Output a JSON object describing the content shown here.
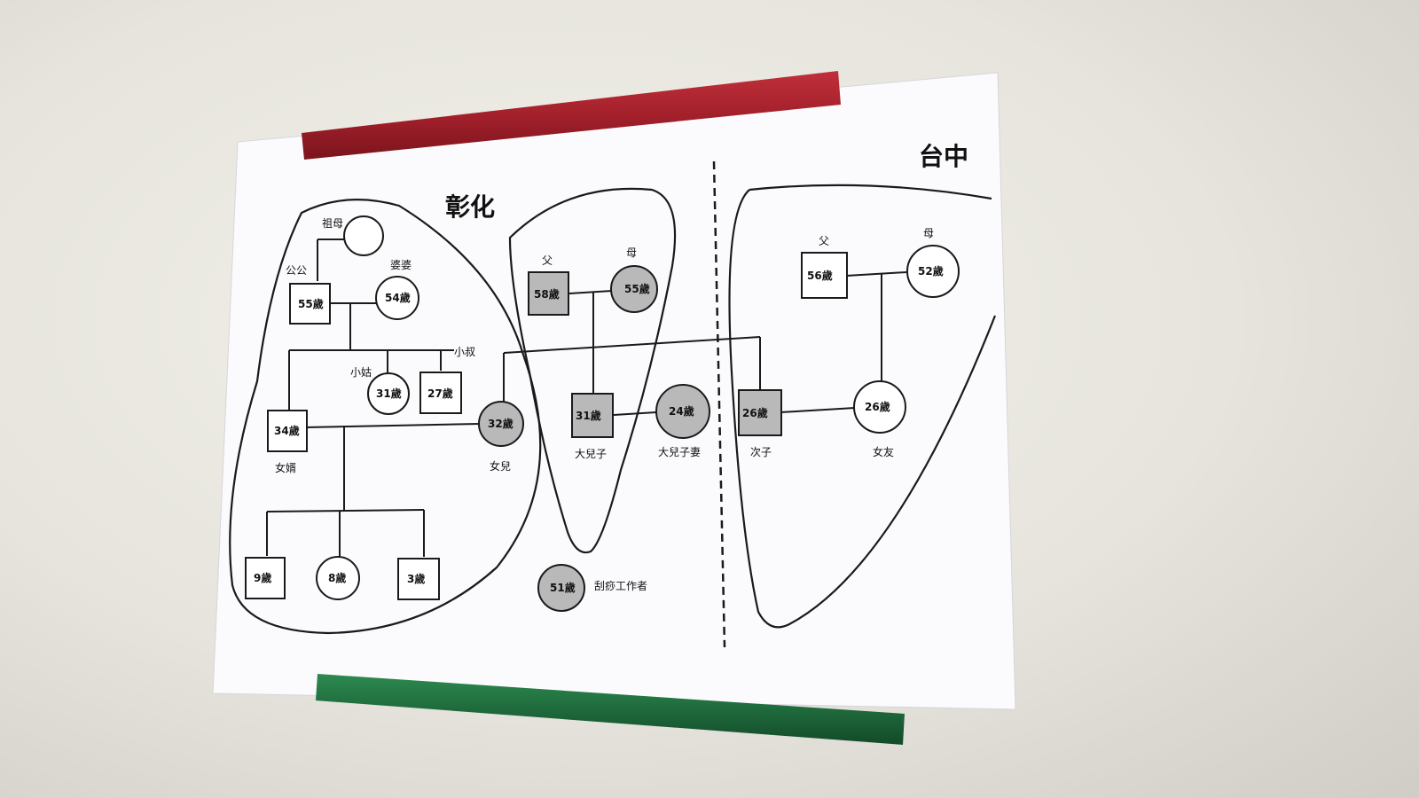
{
  "regions": {
    "left": "彰化",
    "right": "台中"
  },
  "people": {
    "grandmother": {
      "label": "祖母"
    },
    "grandfather_in_law": {
      "label": "公公"
    },
    "grandmother_in_law": {
      "label": "婆婆"
    },
    "gonggong": {
      "age": "55歲"
    },
    "popo": {
      "age": "54歲"
    },
    "aunt": {
      "label": "小姑",
      "age": "31歲"
    },
    "uncle": {
      "label": "小叔",
      "age": "27歲"
    },
    "son_in_law": {
      "label": "女婿",
      "age": "34歲"
    },
    "daughter": {
      "label": "女兒",
      "age": "32歲"
    },
    "child1": {
      "age": "9歲"
    },
    "child2": {
      "age": "8歲"
    },
    "child3": {
      "age": "3歲"
    },
    "father_left": {
      "label": "父",
      "age": "58歲"
    },
    "mother_left": {
      "label": "母",
      "age": "55歲"
    },
    "eldest_son": {
      "label": "大兒子",
      "age": "31歲"
    },
    "eldest_son_wife": {
      "label": "大兒子妻",
      "age": "24歲"
    },
    "second_son": {
      "label": "次子",
      "age": "26歲"
    },
    "girlfriend": {
      "label": "女友",
      "age": "26歲"
    },
    "father_right": {
      "label": "父",
      "age": "56歲"
    },
    "mother_right": {
      "label": "母",
      "age": "52歲"
    },
    "worker": {
      "label": "刮痧工作者",
      "age": "51歲"
    }
  },
  "colors": {
    "paper": "#fbfbfd",
    "shade": "#b9b9b9",
    "red_magnet": "#a3202b",
    "green_magnet": "#1f6a3c"
  }
}
